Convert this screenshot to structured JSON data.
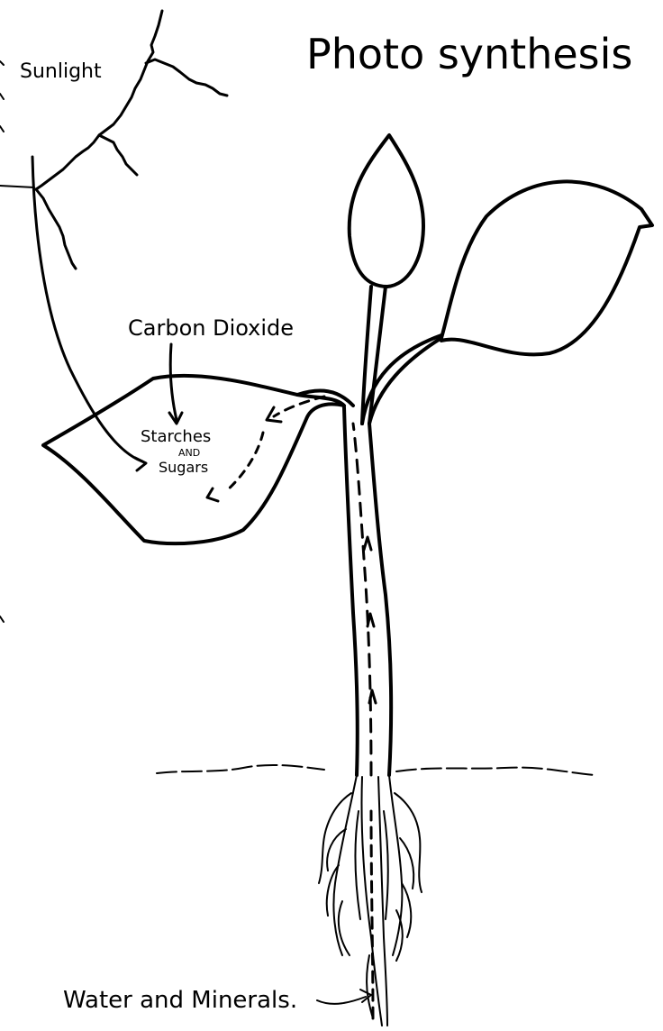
{
  "diagram": {
    "title": "Photo synthesis",
    "labels": {
      "sunlight": "Sunlight",
      "carbon_dioxide": "Carbon Dioxide",
      "starches": "Starches",
      "and_small": "AND",
      "sugars": "Sugars",
      "water_minerals": "Water and Minerals."
    }
  },
  "colors": {
    "ink": "#000000",
    "paper": "#ffffff"
  }
}
